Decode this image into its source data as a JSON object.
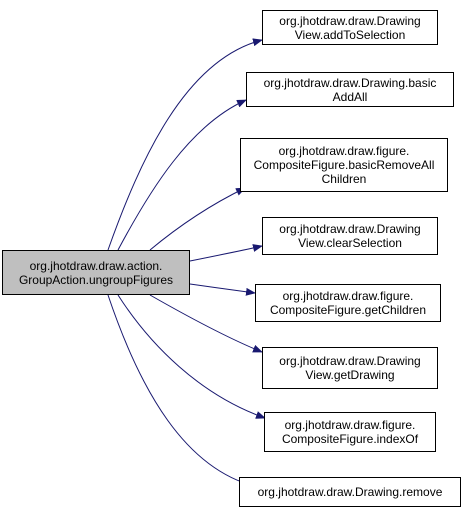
{
  "colors": {
    "root_fill": "#bfbfbf",
    "node_fill": "#ffffff",
    "node_border": "#000000",
    "edge": "#191970"
  },
  "root": {
    "lines": [
      "org.jhotdraw.draw.action.",
      "GroupAction.ungroupFigures"
    ]
  },
  "callees": [
    {
      "lines": [
        "org.jhotdraw.draw.Drawing",
        "View.addToSelection"
      ]
    },
    {
      "lines": [
        "org.jhotdraw.draw.Drawing.basic",
        "AddAll"
      ]
    },
    {
      "lines": [
        "org.jhotdraw.draw.figure.",
        "CompositeFigure.basicRemoveAll",
        "Children"
      ]
    },
    {
      "lines": [
        "org.jhotdraw.draw.Drawing",
        "View.clearSelection"
      ]
    },
    {
      "lines": [
        "org.jhotdraw.draw.figure.",
        "CompositeFigure.getChildren"
      ]
    },
    {
      "lines": [
        "org.jhotdraw.draw.Drawing",
        "View.getDrawing"
      ]
    },
    {
      "lines": [
        "org.jhotdraw.draw.figure.",
        "CompositeFigure.indexOf"
      ]
    },
    {
      "lines": [
        "org.jhotdraw.draw.Drawing.remove"
      ]
    }
  ]
}
